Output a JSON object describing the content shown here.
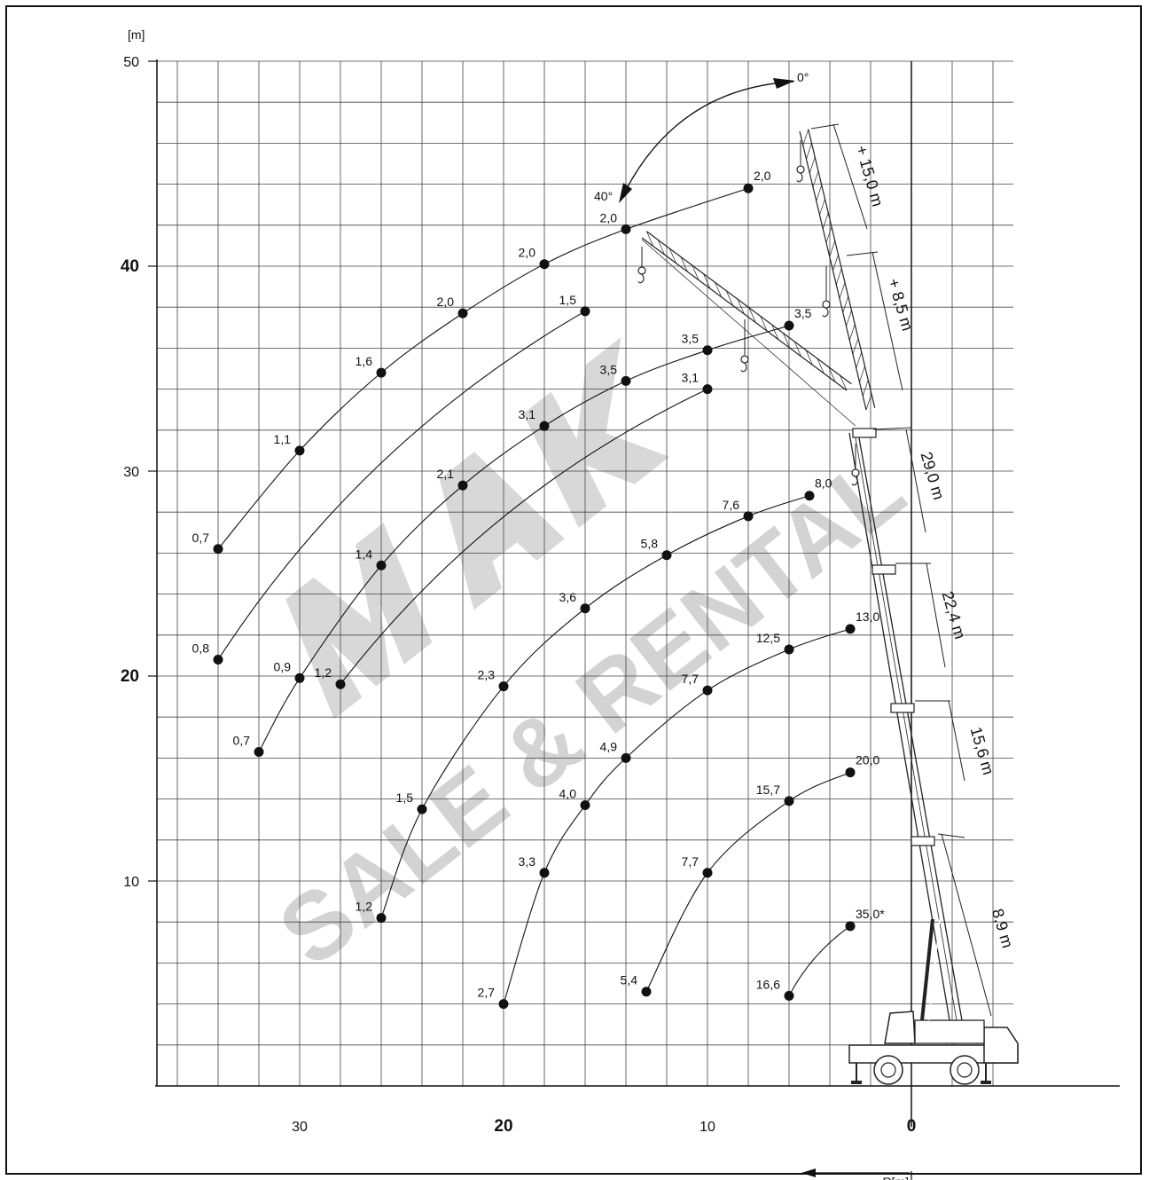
{
  "chart_data": {
    "type": "line",
    "y_unit": "[m]",
    "x_unit": "R[m]",
    "xlim": [
      37,
      -5
    ],
    "ylim": [
      0,
      50
    ],
    "x_ticks": [
      {
        "value": 30,
        "label": "30",
        "bold": false
      },
      {
        "value": 20,
        "label": "20",
        "bold": true
      },
      {
        "value": 10,
        "label": "10",
        "bold": false
      },
      {
        "value": 0,
        "label": "0",
        "bold": true
      }
    ],
    "y_ticks": [
      {
        "value": 10,
        "label": "10",
        "bold": false
      },
      {
        "value": 20,
        "label": "20",
        "bold": true
      },
      {
        "value": 30,
        "label": "30",
        "bold": false
      },
      {
        "value": 40,
        "label": "40",
        "bold": true
      },
      {
        "value": 50,
        "label": "50",
        "bold": false
      }
    ],
    "angle_labels": [
      "0°",
      "40°"
    ],
    "boom_sections": [
      "8,9 m",
      "15,6 m",
      "22,4 m",
      "29,0 m",
      "+ 8,5 m",
      "+ 15,0 m"
    ],
    "watermark": "SALE & RENTAL",
    "series": [
      {
        "points": [
          {
            "x": 34,
            "y": 26.2,
            "label": "0,7"
          },
          {
            "x": 30,
            "y": 31.0,
            "label": "1,1"
          },
          {
            "x": 26,
            "y": 34.8,
            "label": "1,6"
          },
          {
            "x": 22,
            "y": 37.7,
            "label": "2,0"
          },
          {
            "x": 18,
            "y": 40.1,
            "label": "2,0"
          },
          {
            "x": 14,
            "y": 41.8,
            "label": "2,0"
          },
          {
            "x": 8,
            "y": 43.8,
            "label": "2,0"
          }
        ]
      },
      {
        "points": [
          {
            "x": 34,
            "y": 20.8,
            "label": "0,8"
          },
          {
            "x": 16,
            "y": 37.8,
            "label": "1,5"
          }
        ]
      },
      {
        "points": [
          {
            "x": 32,
            "y": 16.3,
            "label": "0,7"
          },
          {
            "x": 30,
            "y": 19.9,
            "label": "0,9"
          },
          {
            "x": 26,
            "y": 25.4,
            "label": "1,4"
          },
          {
            "x": 22,
            "y": 29.3,
            "label": "2,1"
          },
          {
            "x": 18,
            "y": 32.2,
            "label": "3,1"
          },
          {
            "x": 14,
            "y": 34.4,
            "label": "3,5"
          },
          {
            "x": 10,
            "y": 35.9,
            "label": "3,5"
          },
          {
            "x": 6,
            "y": 37.1,
            "label": "3,5"
          }
        ]
      },
      {
        "points": [
          {
            "x": 28,
            "y": 19.6,
            "label": "1,2"
          },
          {
            "x": 10,
            "y": 34.0,
            "label": "3,1"
          }
        ]
      },
      {
        "points": [
          {
            "x": 26,
            "y": 8.2,
            "label": "1,2"
          },
          {
            "x": 24,
            "y": 13.5,
            "label": "1,5"
          },
          {
            "x": 20,
            "y": 19.5,
            "label": "2,3"
          },
          {
            "x": 16,
            "y": 23.3,
            "label": "3,6"
          },
          {
            "x": 12,
            "y": 25.9,
            "label": "5,8"
          },
          {
            "x": 8,
            "y": 27.8,
            "label": "7,6"
          },
          {
            "x": 5,
            "y": 28.8,
            "label": "8,0"
          }
        ]
      },
      {
        "points": [
          {
            "x": 20,
            "y": 4.0,
            "label": "2,7"
          },
          {
            "x": 18,
            "y": 10.4,
            "label": "3,3"
          },
          {
            "x": 16,
            "y": 13.7,
            "label": "4,0"
          },
          {
            "x": 14,
            "y": 16.0,
            "label": "4,9"
          },
          {
            "x": 10,
            "y": 19.3,
            "label": "7,7"
          },
          {
            "x": 6,
            "y": 21.3,
            "label": "12,5"
          },
          {
            "x": 3,
            "y": 22.3,
            "label": "13,0"
          }
        ]
      },
      {
        "points": [
          {
            "x": 13,
            "y": 4.6,
            "label": "5,4"
          },
          {
            "x": 10,
            "y": 10.4,
            "label": "7,7"
          },
          {
            "x": 6,
            "y": 13.9,
            "label": "15,7"
          },
          {
            "x": 3,
            "y": 15.3,
            "label": "20,0"
          }
        ]
      },
      {
        "points": [
          {
            "x": 6,
            "y": 4.4,
            "label": "16,6"
          },
          {
            "x": 3,
            "y": 7.8,
            "label": "35,0*"
          }
        ]
      }
    ]
  }
}
